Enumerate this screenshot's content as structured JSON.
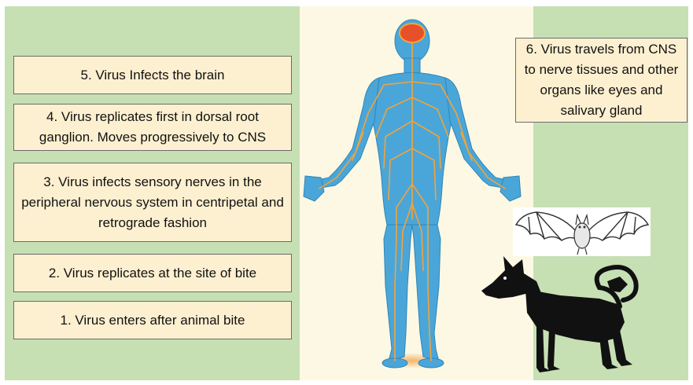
{
  "steps": {
    "step5": "5. Virus Infects the brain",
    "step4": "4. Virus replicates first in dorsal root ganglion. Moves progressively to CNS",
    "step3": "3. Virus infects sensory nerves in the peripheral nervous system in centripetal and retrograde fashion",
    "step2": "2. Virus replicates at the site of bite",
    "step1": "1. Virus enters after animal bite",
    "step6": "6. Virus travels from CNS to nerve tissues and other organs like eyes and salivary gland"
  },
  "colors": {
    "background": "#c6e0b4",
    "panel": "#fdf8e4",
    "step_box": "#fdf0d0",
    "body": "#4aa6d8",
    "nerves": "#f2a33a",
    "brain": "#e8502a"
  },
  "icons": [
    "human-body-icon",
    "brain-icon",
    "bat-icon",
    "dog-icon"
  ]
}
